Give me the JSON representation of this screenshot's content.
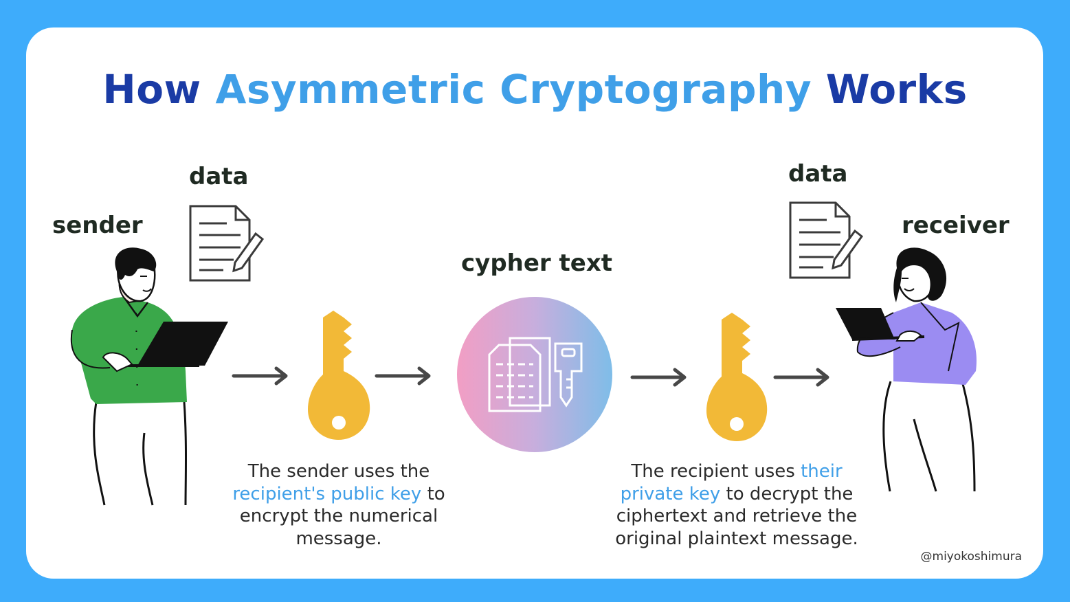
{
  "title": {
    "part1": "How",
    "part2": "Asymmetric Cryptography",
    "part3": "Works"
  },
  "labels": {
    "sender": "sender",
    "data_left": "data",
    "cypher_text": "cypher text",
    "data_right": "data",
    "receiver": "receiver"
  },
  "desc_left": {
    "pre": "The sender uses the",
    "highlight": "recipient's public key",
    "post": "to encrypt the numerical message."
  },
  "desc_right": {
    "pre": "The recipient uses",
    "highlight": "their private key",
    "post": "to decrypt the ciphertext and retrieve the original plaintext message."
  },
  "credit": "@miyokoshimura",
  "colors": {
    "background": "#3eacfb",
    "title_dark": "#1a3ba5",
    "title_accent": "#3f9fe8",
    "key": "#f2b937",
    "sender_shirt": "#3aa84a",
    "receiver_shirt": "#9b8cf2"
  }
}
